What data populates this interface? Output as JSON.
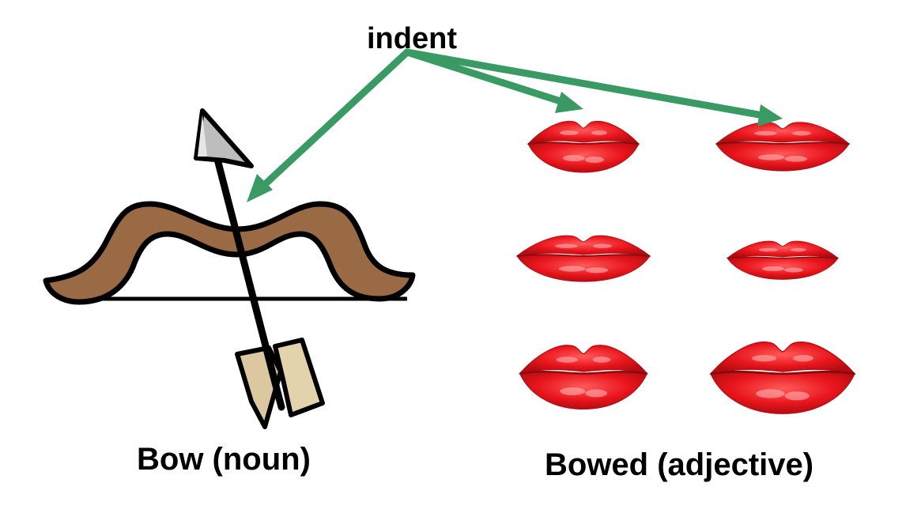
{
  "labels": {
    "indent": "indent",
    "bow": "Bow (noun)",
    "bowed": "Bowed (adjective)"
  },
  "colors": {
    "arrow_green": "#3a9a63",
    "bow_brown": "#9a6a44",
    "lip_red": "#e8151c",
    "arrowhead_gray": "#b5b5b5",
    "fletching_tan": "#dcc8a0"
  },
  "icons": [
    "bow-and-arrow-icon",
    "lips-icon"
  ]
}
